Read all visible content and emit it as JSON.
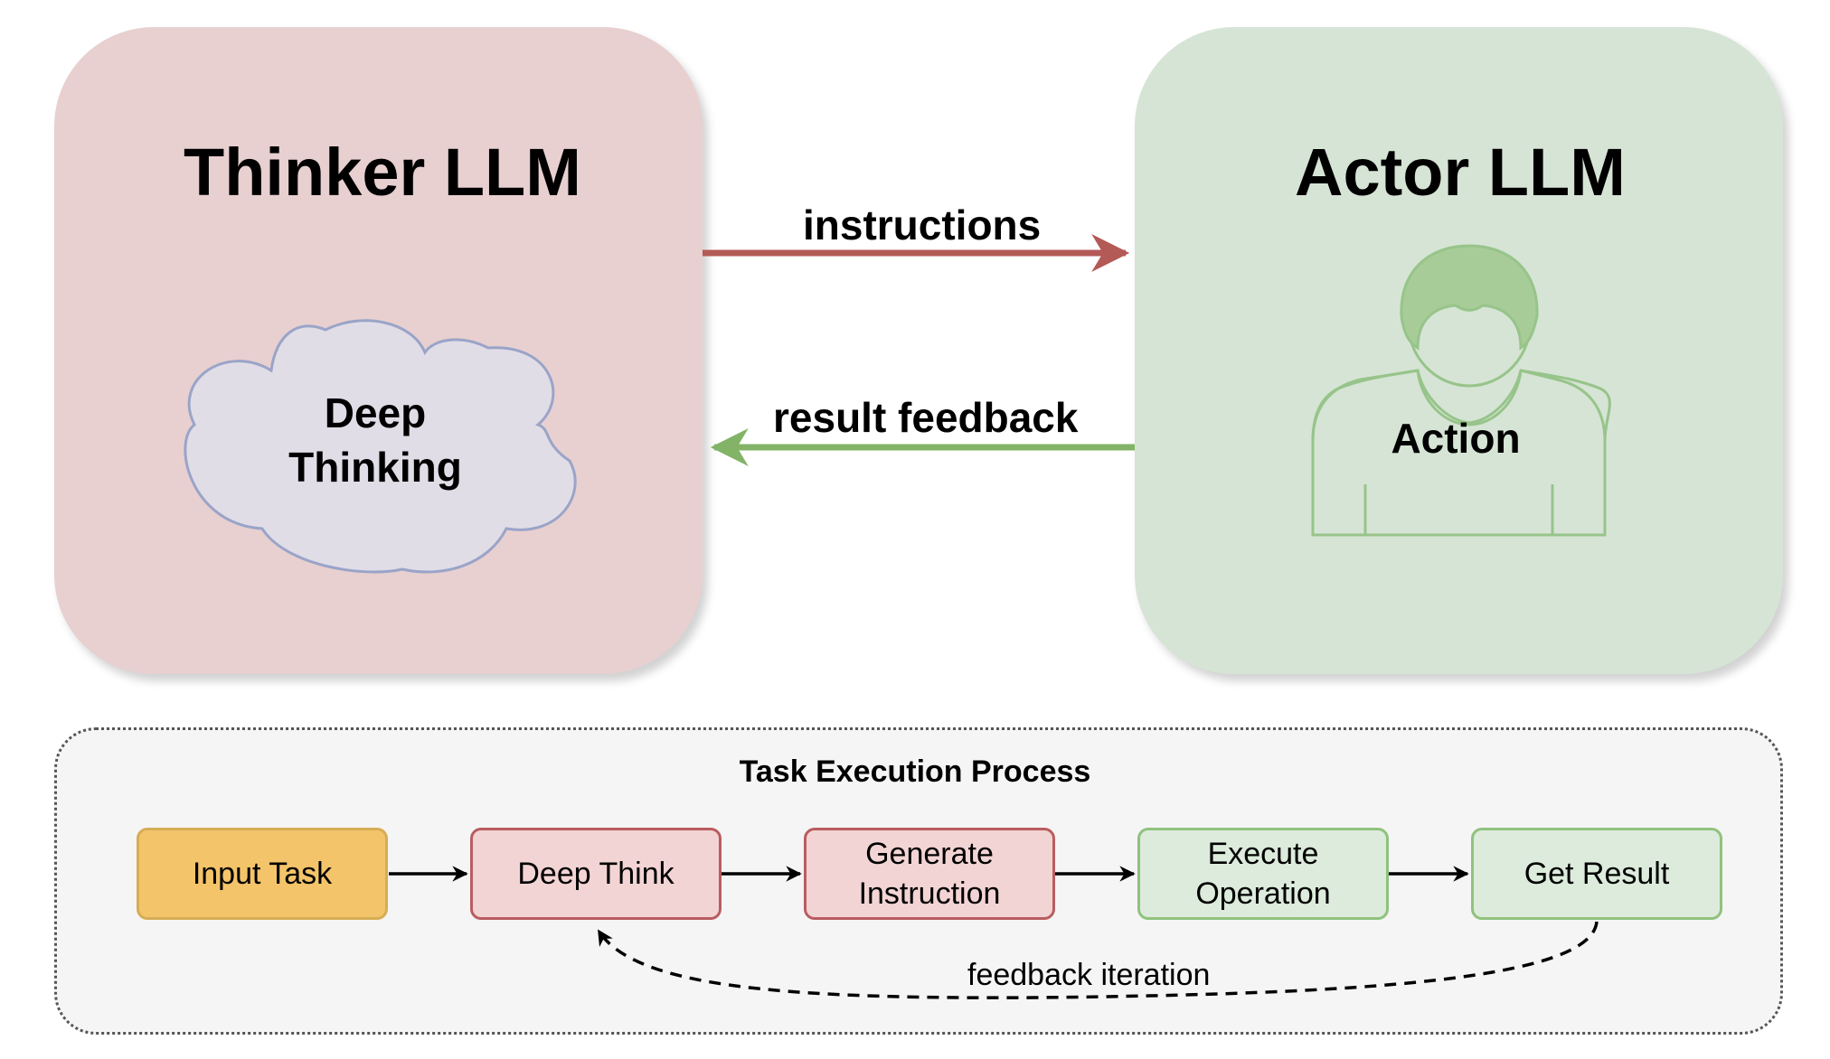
{
  "thinker": {
    "title": "Thinker LLM",
    "cloud_label_line1": "Deep",
    "cloud_label_line2": "Thinking"
  },
  "actor": {
    "title": "Actor LLM",
    "person_label": "Action"
  },
  "edges": {
    "forward_label": "instructions",
    "backward_label": "result feedback"
  },
  "process": {
    "title": "Task Execution Process",
    "steps": [
      {
        "line1": "Input Task",
        "line2": ""
      },
      {
        "line1": "Deep Think",
        "line2": ""
      },
      {
        "line1": "Generate",
        "line2": "Instruction"
      },
      {
        "line1": "Execute",
        "line2": "Operation"
      },
      {
        "line1": "Get Result",
        "line2": ""
      }
    ],
    "loop_label": "feedback iteration"
  },
  "colors": {
    "thinker_fill": "#e8d0d0",
    "actor_fill": "#d6e4d5",
    "instructions_arrow": "#b35a57",
    "feedback_arrow": "#82b366",
    "cloud_fill": "#e1dde7",
    "cloud_stroke": "#9aa4c8"
  }
}
